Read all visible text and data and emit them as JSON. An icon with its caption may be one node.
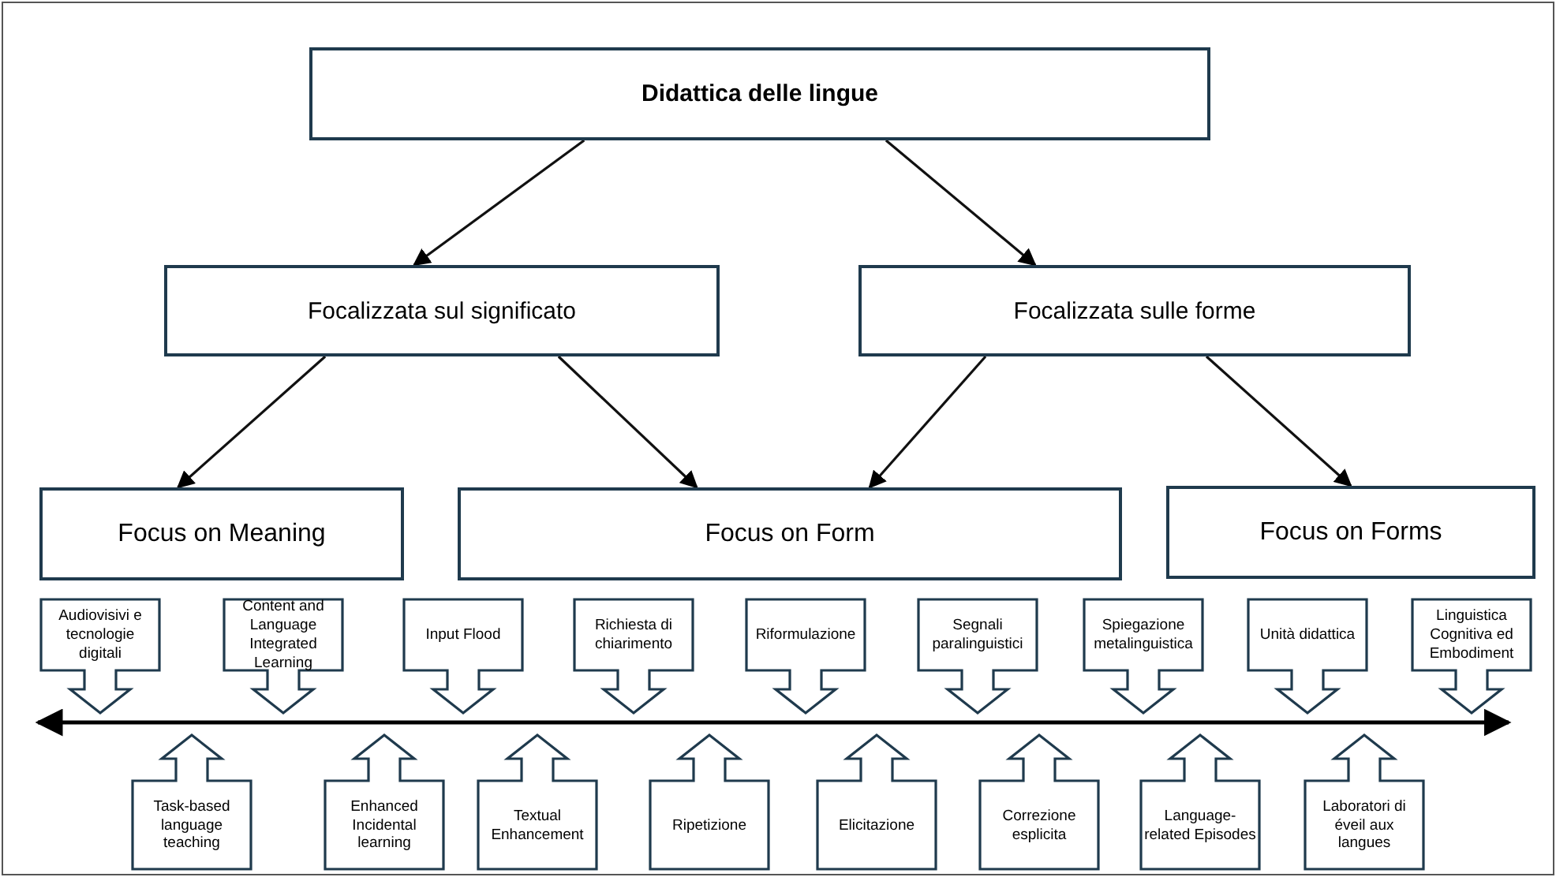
{
  "diagram": {
    "nodes": [
      {
        "text": [
          "Didattica delle lingue"
        ]
      },
      {
        "text": [
          "Focalizzata sul significato"
        ]
      },
      {
        "text": [
          "Focalizzata sulle forme"
        ]
      },
      {
        "text": [
          "Focus on Meaning"
        ]
      },
      {
        "text": [
          "Focus on Form"
        ]
      },
      {
        "text": [
          "Focus on Forms"
        ]
      },
      {
        "text": [
          "Audiovisivi e tecnologie digitali"
        ]
      },
      {
        "text": [
          "Content and Language Integrated Learning"
        ]
      },
      {
        "text": [
          "Input Flood"
        ]
      },
      {
        "text": [
          "Richiesta di chiarimento"
        ]
      },
      {
        "text": [
          "Riformulazione"
        ]
      },
      {
        "text": [
          "Segnali paralinguistici"
        ]
      },
      {
        "text": [
          "Spiegazione metalinguistica"
        ]
      },
      {
        "text": [
          "Unità didattica"
        ]
      },
      {
        "text": [
          "Linguistica Cognitiva ed Embodiment"
        ]
      },
      {
        "text": [
          "Task-based language teaching"
        ]
      },
      {
        "text": [
          "Enhanced Incidental learning"
        ]
      },
      {
        "text": [
          "Textual Enhancement"
        ]
      },
      {
        "text": [
          "Ripetizione"
        ]
      },
      {
        "text": [
          "Elicitazione"
        ]
      },
      {
        "text": [
          "Correzione esplicita"
        ]
      },
      {
        "text": [
          "Language-related Episodes"
        ]
      },
      {
        "text": [
          "Laboratori di éveil aux langues"
        ]
      }
    ],
    "edges": [
      {
        "from": 0,
        "to": 1,
        "arrow": "to"
      },
      {
        "from": 0,
        "to": 2,
        "arrow": "to"
      },
      {
        "from": 1,
        "to": 3,
        "arrow": "to"
      },
      {
        "from": 1,
        "to": 4,
        "arrow": "to"
      },
      {
        "from": 2,
        "to": 4,
        "arrow": "to"
      },
      {
        "from": 2,
        "to": 5,
        "arrow": "to"
      }
    ]
  }
}
